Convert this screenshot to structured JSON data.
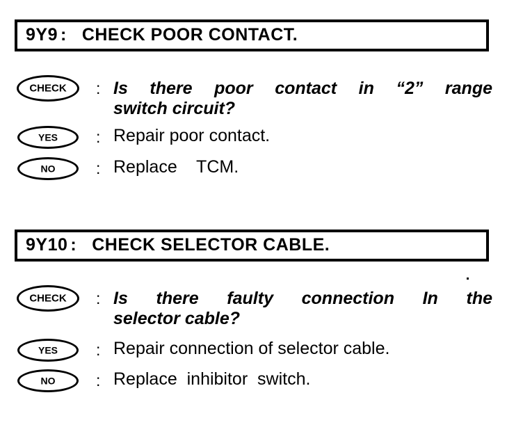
{
  "document": {
    "type": "service-manual-diagnostic-flowchart",
    "background_color": "#ffffff",
    "ink_color": "#000000"
  },
  "steps": [
    {
      "code": "9Y9",
      "colon": ":",
      "title": "CHECK POOR CONTACT.",
      "check": {
        "badge": "CHECK",
        "colon": ":",
        "line1": "Is there poor contact in “2” range",
        "line2": "switch circuit?"
      },
      "answers": [
        {
          "badge": "YES",
          "colon": ":",
          "text": "Repair poor contact."
        },
        {
          "badge": "NO",
          "colon": ":",
          "text": "Replace    TCM."
        }
      ]
    },
    {
      "code": "9Y10",
      "colon": ":",
      "title": "CHECK SELECTOR CABLE.",
      "check": {
        "badge": "CHECK",
        "colon": ":",
        "line1": "Is there faulty connection In the",
        "line2": "selector cable?"
      },
      "answers": [
        {
          "badge": "YES",
          "colon": ":",
          "text": "Repair connection of selector cable."
        },
        {
          "badge": "NO",
          "colon": ":",
          "text": "Replace  inhibitor  switch."
        }
      ]
    }
  ]
}
